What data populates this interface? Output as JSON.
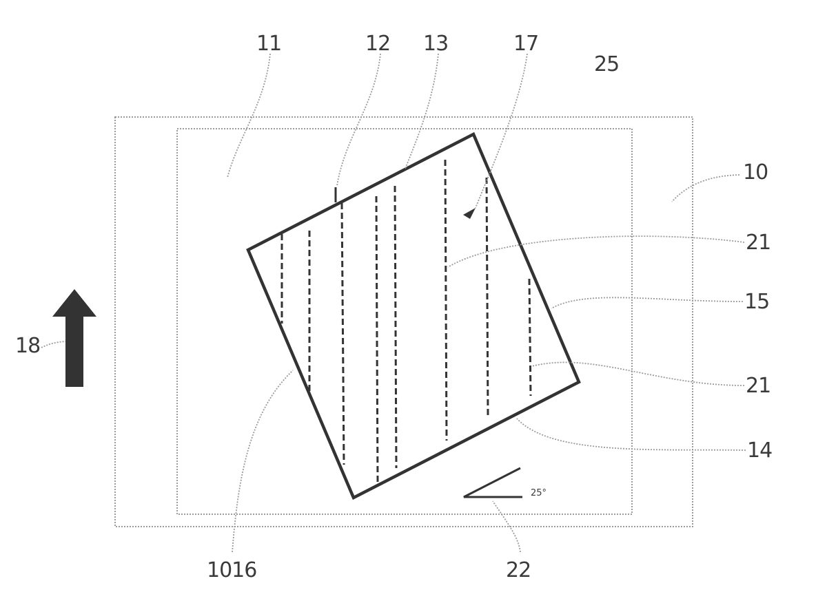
{
  "labels": {
    "l10": "10",
    "l11": "11",
    "l12": "12",
    "l13": "13",
    "l14": "14",
    "l15": "15",
    "l17": "17",
    "l18": "18",
    "l21a": "21",
    "l21b": "21",
    "l22": "22",
    "l25": "25",
    "l1016": "1016",
    "angle": "25°"
  },
  "colors": {
    "ink": "#333333",
    "frame": "#9a9a9a",
    "arrow": "#333333"
  }
}
